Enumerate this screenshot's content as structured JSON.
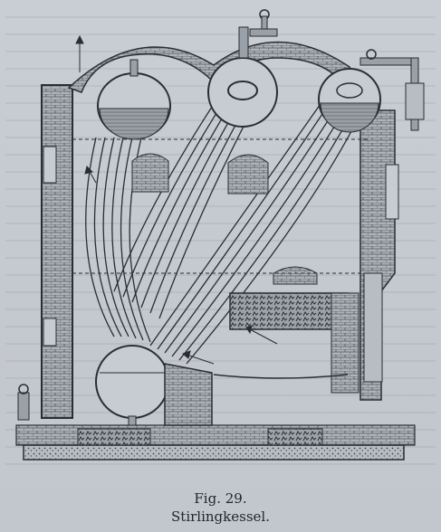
{
  "figure": {
    "subject": "boiler-cross-section"
  },
  "caption": {
    "number": "Fig. 29.",
    "title": "Stirlingkessel."
  },
  "colors": {
    "paper": "#c7ccd2",
    "ink": "#23262a",
    "water": "#8e959d",
    "brick": "#5b6067"
  }
}
